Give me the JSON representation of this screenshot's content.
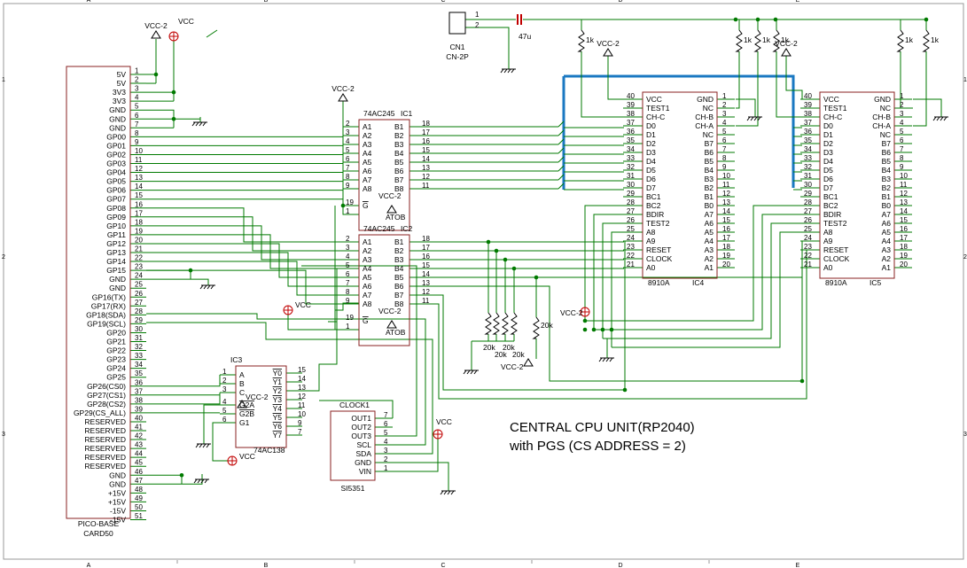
{
  "frame": {
    "cols": [
      "A",
      "B",
      "C",
      "D",
      "E"
    ],
    "rows": [
      "1",
      "2",
      "3"
    ]
  },
  "connector": {
    "name": "PICO-BASE",
    "ref": "CARD50",
    "pins": [
      {
        "n": "1",
        "label": "5V"
      },
      {
        "n": "2",
        "label": "5V"
      },
      {
        "n": "3",
        "label": "3V3"
      },
      {
        "n": "4",
        "label": "3V3"
      },
      {
        "n": "5",
        "label": "GND"
      },
      {
        "n": "6",
        "label": "GND"
      },
      {
        "n": "7",
        "label": "GND"
      },
      {
        "n": "8",
        "label": "GP00"
      },
      {
        "n": "9",
        "label": "GP01"
      },
      {
        "n": "10",
        "label": "GP02"
      },
      {
        "n": "11",
        "label": "GP03"
      },
      {
        "n": "12",
        "label": "GP04"
      },
      {
        "n": "13",
        "label": "GP05"
      },
      {
        "n": "14",
        "label": "GP06"
      },
      {
        "n": "15",
        "label": "GP07"
      },
      {
        "n": "16",
        "label": "GP08"
      },
      {
        "n": "17",
        "label": "GP09"
      },
      {
        "n": "18",
        "label": "GP10"
      },
      {
        "n": "19",
        "label": "GP11"
      },
      {
        "n": "20",
        "label": "GP12"
      },
      {
        "n": "21",
        "label": "GP13"
      },
      {
        "n": "22",
        "label": "GP14"
      },
      {
        "n": "23",
        "label": "GP15"
      },
      {
        "n": "24",
        "label": "GND"
      },
      {
        "n": "25",
        "label": "GND"
      },
      {
        "n": "26",
        "label": "GP16(TX)"
      },
      {
        "n": "27",
        "label": "GP17(RX)"
      },
      {
        "n": "28",
        "label": "GP18(SDA)"
      },
      {
        "n": "29",
        "label": "GP19(SCL)"
      },
      {
        "n": "30",
        "label": "GP20"
      },
      {
        "n": "31",
        "label": "GP21"
      },
      {
        "n": "32",
        "label": "GP22"
      },
      {
        "n": "33",
        "label": "GP23"
      },
      {
        "n": "34",
        "label": "GP24"
      },
      {
        "n": "35",
        "label": "GP25"
      },
      {
        "n": "36",
        "label": "GP26(CS0)"
      },
      {
        "n": "37",
        "label": "GP27(CS1)"
      },
      {
        "n": "38",
        "label": "GP28(CS2)"
      },
      {
        "n": "39",
        "label": "GP29(CS_ALL)"
      },
      {
        "n": "40",
        "label": "RESERVED"
      },
      {
        "n": "41",
        "label": "RESERVED"
      },
      {
        "n": "42",
        "label": "RESERVED"
      },
      {
        "n": "43",
        "label": "RESERVED"
      },
      {
        "n": "44",
        "label": "RESERVED"
      },
      {
        "n": "45",
        "label": "RESERVED"
      },
      {
        "n": "46",
        "label": "GND"
      },
      {
        "n": "47",
        "label": "GND"
      },
      {
        "n": "48",
        "label": "+15V"
      },
      {
        "n": "49",
        "label": "+15V"
      },
      {
        "n": "50",
        "label": "-15V"
      },
      {
        "n": "51",
        "label": "-15V"
      }
    ]
  },
  "power": {
    "vcc2": "VCC-2",
    "vcc": "VCC"
  },
  "cn1": {
    "ref": "CN1",
    "value": "CN-2P",
    "p1": "1",
    "p2": "2",
    "cap": "47u"
  },
  "resistors": {
    "r1k": "1k",
    "r20k": "20k"
  },
  "ic1": {
    "part": "74AC245",
    "ref": "IC1",
    "left": [
      "A1",
      "A2",
      "A3",
      "A4",
      "A5",
      "A6",
      "A7",
      "A8"
    ],
    "leftNums": [
      "2",
      "3",
      "4",
      "5",
      "6",
      "7",
      "8",
      "9"
    ],
    "right": [
      "B1",
      "B2",
      "B3",
      "B4",
      "B5",
      "B6",
      "B7",
      "B8"
    ],
    "rightNums": [
      "18",
      "17",
      "16",
      "15",
      "14",
      "13",
      "12",
      "11"
    ],
    "g": "G",
    "gnum": "19",
    "atob": "ATOB",
    "atobnum": "1"
  },
  "ic2": {
    "part": "74AC245",
    "ref": "IC2",
    "left": [
      "A1",
      "A2",
      "A3",
      "A4",
      "A5",
      "A6",
      "A7",
      "A8"
    ],
    "leftNums": [
      "2",
      "3",
      "4",
      "5",
      "6",
      "7",
      "8",
      "9"
    ],
    "right": [
      "B1",
      "B2",
      "B3",
      "B4",
      "B5",
      "B6",
      "B7",
      "B8"
    ],
    "rightNums": [
      "18",
      "17",
      "16",
      "15",
      "14",
      "13",
      "12",
      "11"
    ],
    "g": "G",
    "gnum": "19",
    "atob": "ATOB",
    "atobnum": "1"
  },
  "ic3": {
    "part": "74AC138",
    "ref": "IC3",
    "left": [
      "A",
      "B",
      "C",
      "G2A",
      "G2B",
      "G1"
    ],
    "leftNums": [
      "1",
      "2",
      "3",
      "4",
      "5",
      "6"
    ],
    "right": [
      "Y0",
      "Y1",
      "Y2",
      "Y3",
      "Y4",
      "Y5",
      "Y6",
      "Y7"
    ],
    "rightNums": [
      "15",
      "14",
      "13",
      "12",
      "11",
      "10",
      "9",
      "7"
    ]
  },
  "ic4": {
    "part": "8910A",
    "ref": "IC4",
    "left": [
      "VCC",
      "TEST1",
      "CH-C",
      "D0",
      "D1",
      "D2",
      "D3",
      "D4",
      "D5",
      "D6",
      "D7",
      "BC1",
      "BC2",
      "BDIR",
      "TEST2",
      "A8",
      "A9",
      "RESET",
      "CLOCK",
      "A0"
    ],
    "leftNums": [
      "40",
      "39",
      "38",
      "37",
      "36",
      "35",
      "34",
      "33",
      "32",
      "31",
      "30",
      "29",
      "28",
      "27",
      "26",
      "25",
      "24",
      "23",
      "22",
      "21"
    ],
    "right": [
      "GND",
      "NC",
      "CH-B",
      "CH-A",
      "NC",
      "B7",
      "B6",
      "B5",
      "B4",
      "B3",
      "B2",
      "B1",
      "B0",
      "A7",
      "A6",
      "A5",
      "A4",
      "A3",
      "A2",
      "A1"
    ],
    "rightNums": [
      "1",
      "2",
      "3",
      "4",
      "5",
      "6",
      "7",
      "8",
      "9",
      "10",
      "11",
      "12",
      "13",
      "14",
      "15",
      "16",
      "17",
      "18",
      "19",
      "20"
    ]
  },
  "ic5": {
    "part": "8910A",
    "ref": "IC5",
    "left": [
      "VCC",
      "TEST1",
      "CH-C",
      "D0",
      "D1",
      "D2",
      "D3",
      "D4",
      "D5",
      "D6",
      "D7",
      "BC1",
      "BC2",
      "BDIR",
      "TEST2",
      "A8",
      "A9",
      "RESET",
      "CLOCK",
      "A0"
    ],
    "leftNums": [
      "40",
      "39",
      "38",
      "37",
      "36",
      "35",
      "34",
      "33",
      "32",
      "31",
      "30",
      "29",
      "28",
      "27",
      "26",
      "25",
      "24",
      "23",
      "22",
      "21"
    ],
    "right": [
      "GND",
      "NC",
      "CH-B",
      "CH-A",
      "NC",
      "B7",
      "B6",
      "B5",
      "B4",
      "B3",
      "B2",
      "B1",
      "B0",
      "A7",
      "A6",
      "A5",
      "A4",
      "A3",
      "A2",
      "A1"
    ],
    "rightNums": [
      "1",
      "2",
      "3",
      "4",
      "5",
      "6",
      "7",
      "8",
      "9",
      "10",
      "11",
      "12",
      "13",
      "14",
      "15",
      "16",
      "17",
      "18",
      "19",
      "20"
    ]
  },
  "clock": {
    "ref": "CLOCK1",
    "part": "SI5351",
    "pins": [
      "OUT1",
      "OUT2",
      "OUT3",
      "SCL",
      "SDA",
      "GND",
      "VIN"
    ],
    "nums": [
      "7",
      "6",
      "5",
      "4",
      "3",
      "2",
      "1"
    ]
  },
  "caption": {
    "line1": "CENTRAL CPU UNIT(RP2040)",
    "line2": "with PGS (CS ADDRESS = 2)"
  }
}
